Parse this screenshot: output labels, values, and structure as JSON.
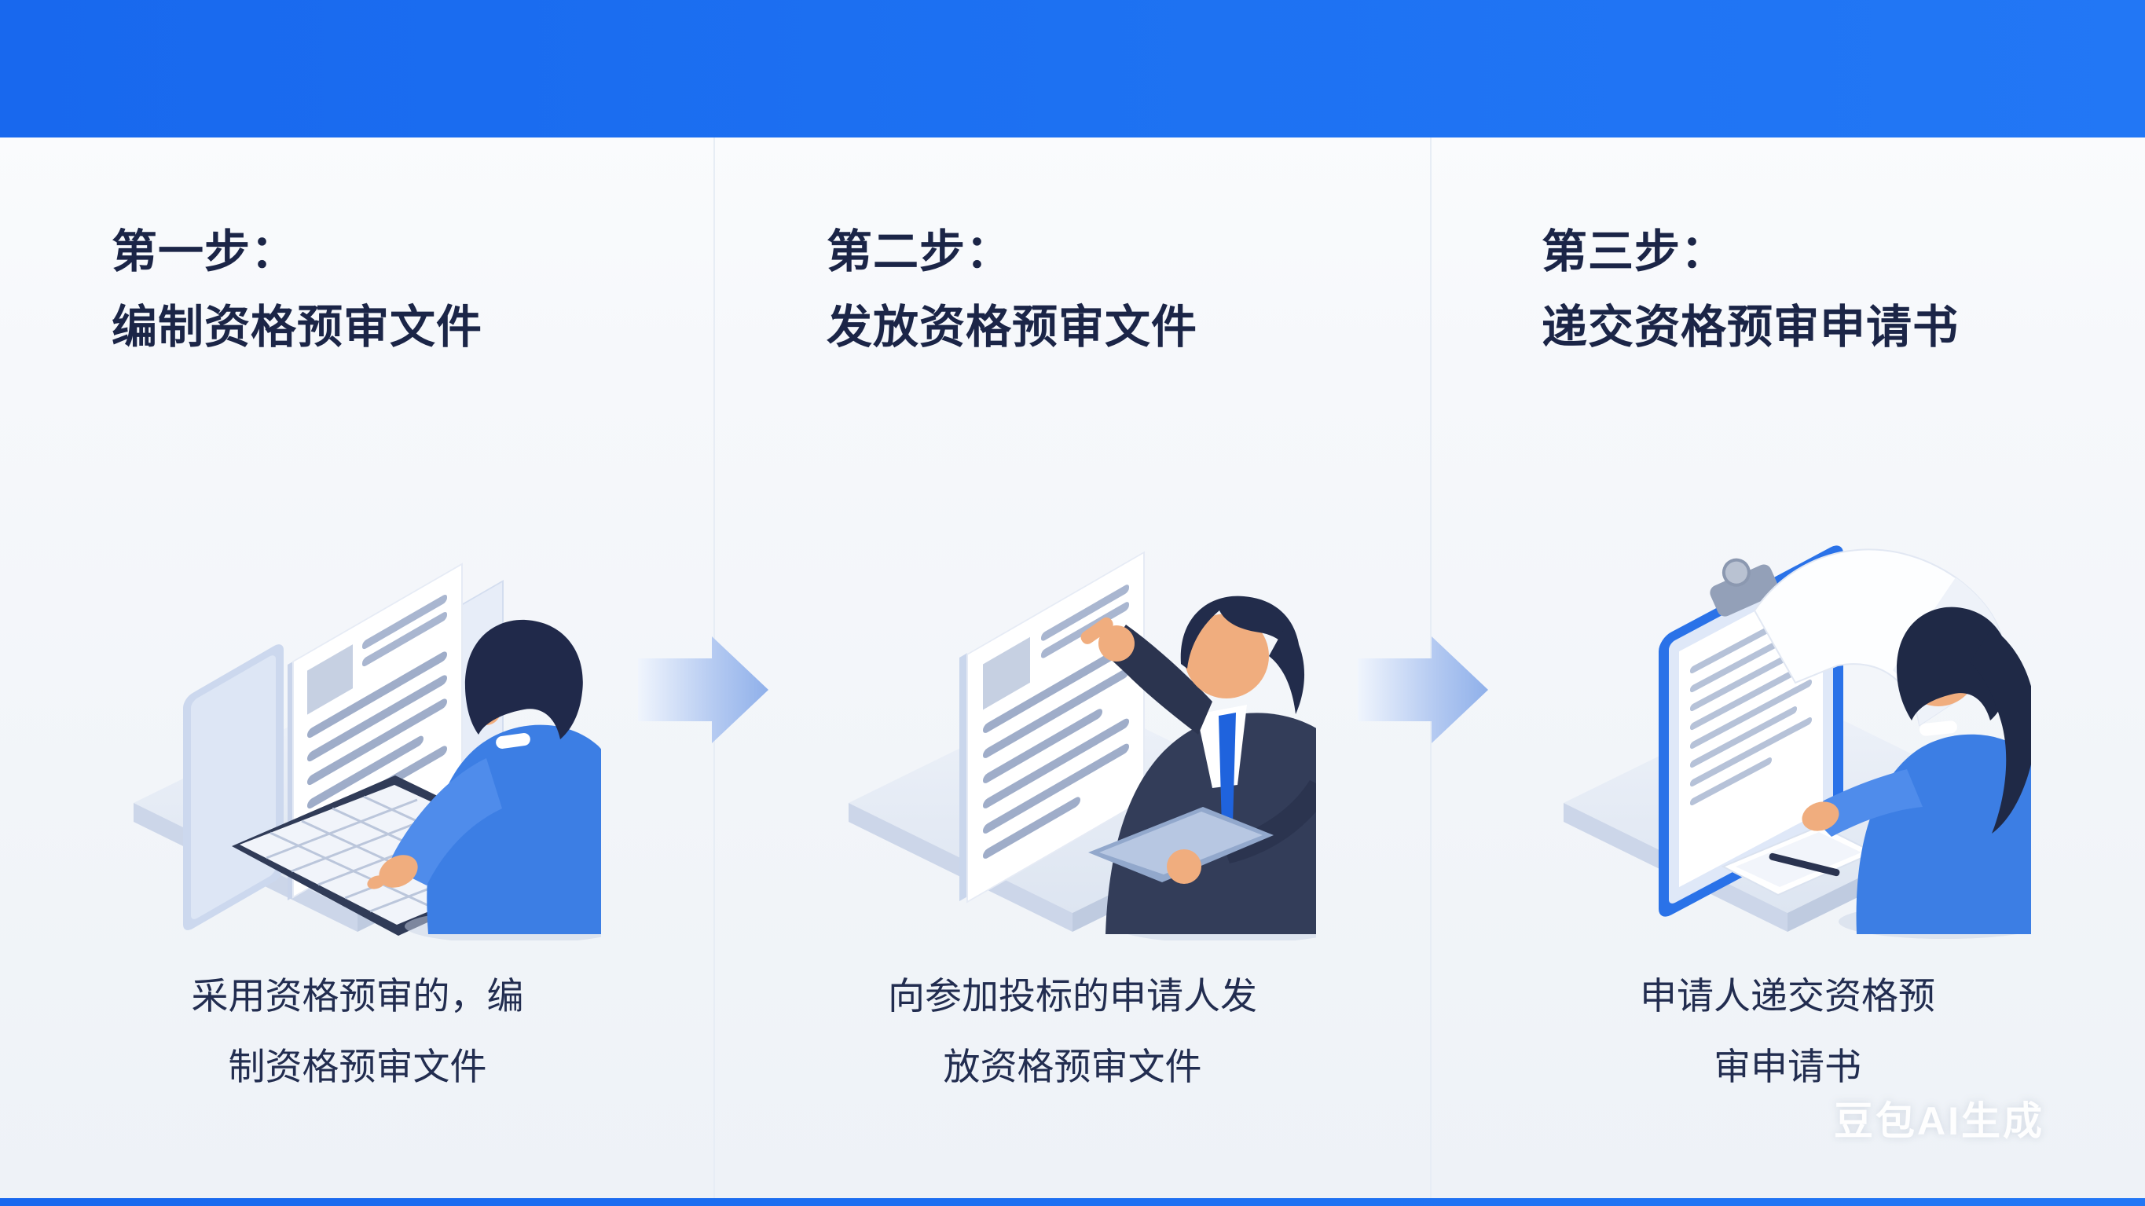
{
  "banner": {
    "color": "#1d71f2"
  },
  "steps": [
    {
      "title": "第一步：",
      "subtitle": "编制资格预审文件",
      "description": "采用资格预审的，编制资格预审文件",
      "desc_lines": [
        "采用资格预审的，编",
        "制资格预审文件"
      ],
      "illustration": "man-typing-on-keyboard-with-document-and-monitor"
    },
    {
      "title": "第二步：",
      "subtitle": "发放资格预审文件",
      "description": "向参加投标的申请人发放资格预审文件",
      "desc_lines": [
        "向参加投标的申请人发",
        "放资格预审文件"
      ],
      "illustration": "businessman-presenting-document-holding-folder"
    },
    {
      "title": "第三步：",
      "subtitle": "递交资格预审申请书",
      "description": "申请人递交资格预审申请书",
      "desc_lines": [
        "申请人递交资格预",
        "审申请书"
      ],
      "illustration": "woman-submitting-paper-from-clipboard"
    }
  ],
  "watermark": {
    "label": "豆包AI生成"
  },
  "colors": {
    "header_blue": "#1d71f2",
    "title_text": "#1b2547",
    "body_text": "#222d50",
    "arrow_blue": "#8fb0ea",
    "figure_blue": "#3c7ee4",
    "suit_navy": "#333d59",
    "skin": "#f0ad7e",
    "platform": "#e6ecf6"
  }
}
